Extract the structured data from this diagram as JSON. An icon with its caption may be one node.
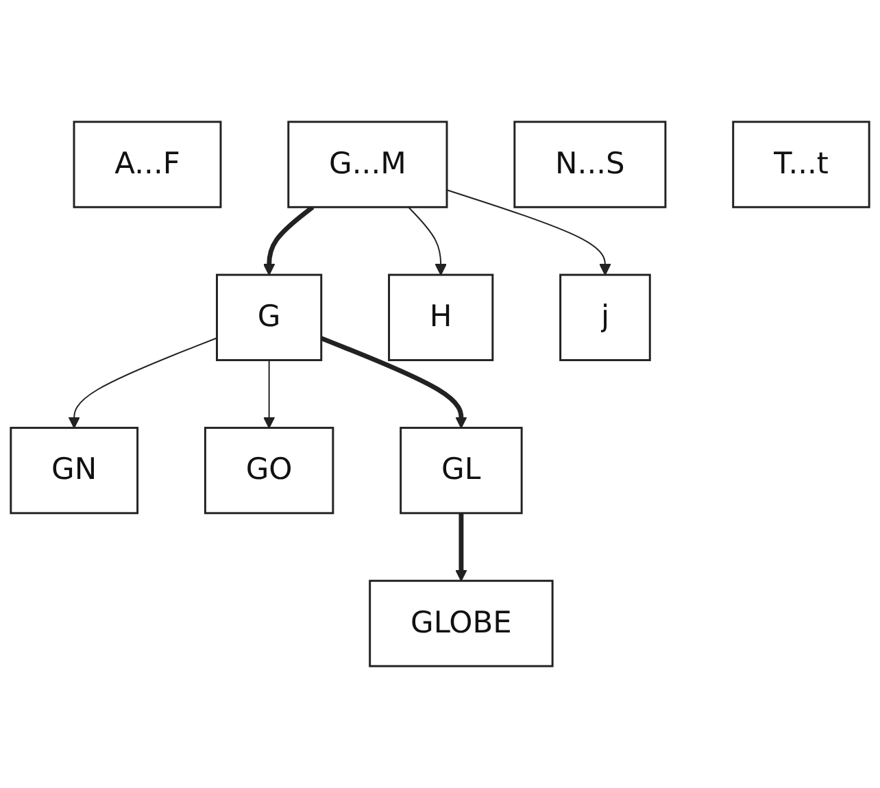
{
  "diagram": {
    "nodes": [
      {
        "text": [
          "A...F"
        ]
      },
      {
        "text": [
          "G...M"
        ]
      },
      {
        "text": [
          "N...S"
        ]
      },
      {
        "text": [
          "T...t"
        ]
      },
      {
        "text": [
          "G"
        ]
      },
      {
        "text": [
          "H"
        ]
      },
      {
        "text": [
          "j"
        ]
      },
      {
        "text": [
          "GN"
        ]
      },
      {
        "text": [
          "GO"
        ]
      },
      {
        "text": [
          "GL"
        ]
      },
      {
        "text": [
          "GLOBE"
        ]
      }
    ],
    "edges": [
      {
        "from": 1,
        "to": 4,
        "arrow": "to",
        "style": "thick"
      },
      {
        "from": 1,
        "to": 5,
        "arrow": "to"
      },
      {
        "from": 1,
        "to": 6,
        "arrow": "to"
      },
      {
        "from": 4,
        "to": 7,
        "arrow": "to"
      },
      {
        "from": 4,
        "to": 8,
        "arrow": "to"
      },
      {
        "from": 4,
        "to": 9,
        "arrow": "to",
        "style": "thick"
      },
      {
        "from": 9,
        "to": 10,
        "arrow": "to",
        "style": "thick"
      }
    ]
  }
}
